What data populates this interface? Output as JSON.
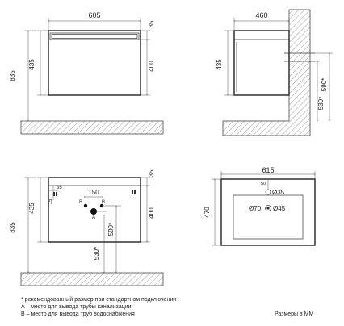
{
  "front_view": {
    "width": "605",
    "top_thickness": "35",
    "body_height": "435",
    "front_height": "400",
    "total_height": "835"
  },
  "side_view": {
    "depth": "460",
    "body_height": "435",
    "wall_530": "530*",
    "wall_590": "590*"
  },
  "rear_view": {
    "top_thickness": "35",
    "body_height": "435",
    "front_height": "400",
    "total_height": "835",
    "small_35": "35",
    "small_15": "15",
    "pipe_spacing": "150",
    "marker_b_left": "B",
    "marker_b_right": "B",
    "marker_a": "A",
    "drain_590": "590*",
    "drain_530": "530*"
  },
  "top_view": {
    "width": "615",
    "depth": "470",
    "offset_50": "50",
    "hole_1": "Ø35",
    "hole_2": "Ø70",
    "hole_3": "Ø45"
  },
  "notes": {
    "recommended": "* рекомендованный размер при стандартном подключении",
    "a_meaning": "A – место для вывода трубы канализации",
    "b_meaning": "B – место для вывода труб водоснабжения",
    "units": "Размеры в ММ"
  },
  "colors": {
    "line": "#222222",
    "hatch": "#555555",
    "background": "#ffffff"
  }
}
